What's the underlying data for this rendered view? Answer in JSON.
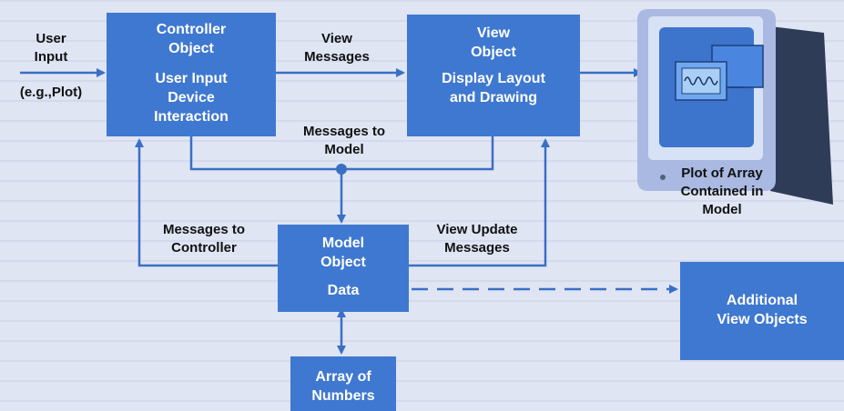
{
  "colors": {
    "box": "#3f78d0",
    "arrow": "#3a6fc6",
    "background": "#dfe5f3",
    "text": "#111111"
  },
  "boxes": {
    "controller": {
      "lines": [
        "Controller",
        "Object",
        "User Input",
        "Device",
        "Interaction"
      ]
    },
    "view": {
      "lines": [
        "View",
        "Object",
        "Display Layout",
        "and Drawing"
      ]
    },
    "model": {
      "lines": [
        "Model",
        "Object",
        "Data"
      ]
    },
    "array": {
      "lines": [
        "Array of",
        "Numbers"
      ]
    },
    "additional": {
      "lines": [
        "Additional",
        "View Objects"
      ]
    }
  },
  "labels": {
    "user_input": [
      "User",
      "Input"
    ],
    "example": "(e.g.,Plot)",
    "view_messages": [
      "View",
      "Messages"
    ],
    "messages_to_model": [
      "Messages to",
      "Model"
    ],
    "messages_to_controller": [
      "Messages to",
      "Controller"
    ],
    "view_update_messages": [
      "View Update",
      "Messages"
    ],
    "plot_caption": [
      "Plot of Array",
      "Contained in",
      "Model"
    ]
  },
  "monitor": {
    "icon": "monitor-icon",
    "screen_content": "waveform-plot"
  }
}
